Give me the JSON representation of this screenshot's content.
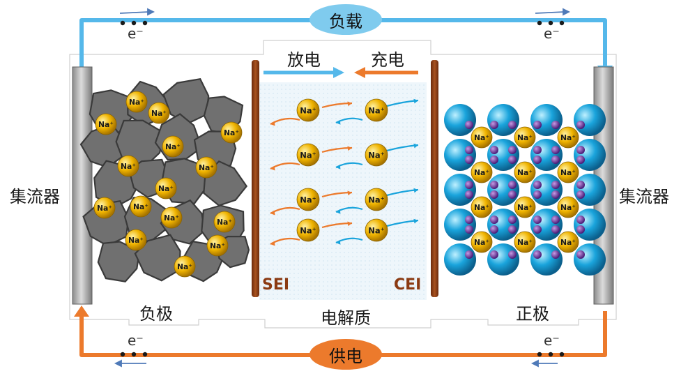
{
  "labels": {
    "load": "负载",
    "supply": "供电",
    "discharge": "放电",
    "charge": "充电",
    "collector_left": "集流器",
    "collector_right": "集流器",
    "anode": "负极",
    "cathode": "正极",
    "electrolyte": "电解质",
    "sei": "SEI",
    "cei": "CEI",
    "electron": "e⁻",
    "ion": "Na⁺"
  },
  "colors": {
    "blue_wire": "#55b8ea",
    "orange_wire": "#ec7a2c",
    "oval_fill": "#7fcbee",
    "electrode_film": "#8b3a12",
    "na_ion": "#f0b400",
    "cathode_sphere": "#1aa4dc",
    "cathode_small": "#6a2c9a",
    "anode_carbon": "#6e6e6e",
    "electrolyte_bg": "#eef6fb"
  },
  "icons": {
    "na_ion": "na-ion-sphere-icon",
    "electron_dots": "electron-dots-icon",
    "flow_arrow": "flow-arrow-icon"
  }
}
